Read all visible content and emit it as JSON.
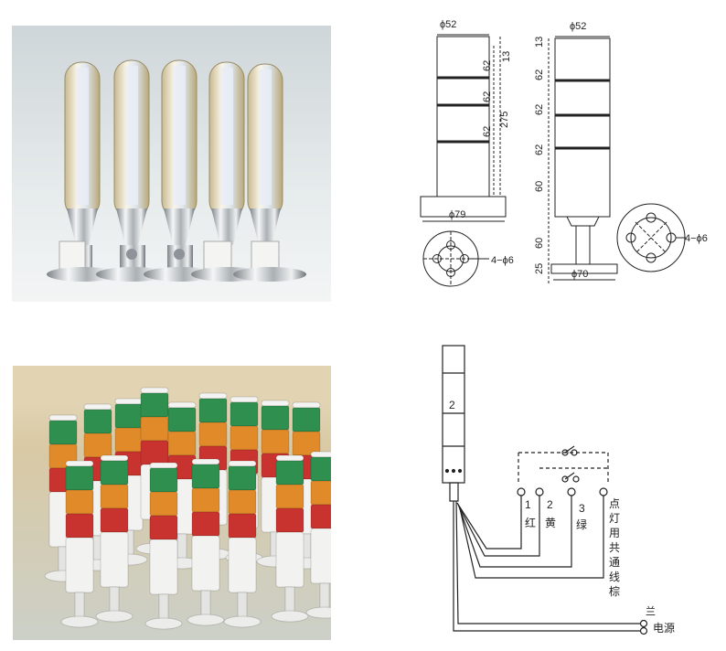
{
  "dimensions": {
    "diam_top_left": "ϕ52",
    "diam_top_right": "ϕ52",
    "dim_13_left": "13",
    "dim_62_a_left": "62",
    "dim_62_b_left": "62",
    "dim_62_c_left": "62",
    "dim_275": "275",
    "diam_79": "ϕ79",
    "holes_left": "4−ϕ6",
    "dim_13_right": "13",
    "dim_62_a_right": "62",
    "dim_62_b_right": "62",
    "dim_62_c_right": "62",
    "dim_60_upper": "60",
    "dim_60_lower": "60",
    "dim_25": "25",
    "diam_70": "ϕ70",
    "holes_right": "4−ϕ6"
  },
  "wiring": {
    "stack_label": "2",
    "terminal_1": "1",
    "terminal_2": "2",
    "terminal_3": "3",
    "color_red": "红",
    "color_yellow": "黄",
    "color_green": "绿",
    "common_wire": [
      "点",
      "灯",
      "用",
      "共",
      "通",
      "线",
      "棕"
    ],
    "ground": "兰",
    "power": "电源"
  },
  "colors": {
    "chrome": "#c9cdd0",
    "green_lens": "#2f8f4e",
    "amber_lens": "#e08a2a",
    "red_lens": "#c8332f",
    "white_base": "#f2f2f0"
  }
}
